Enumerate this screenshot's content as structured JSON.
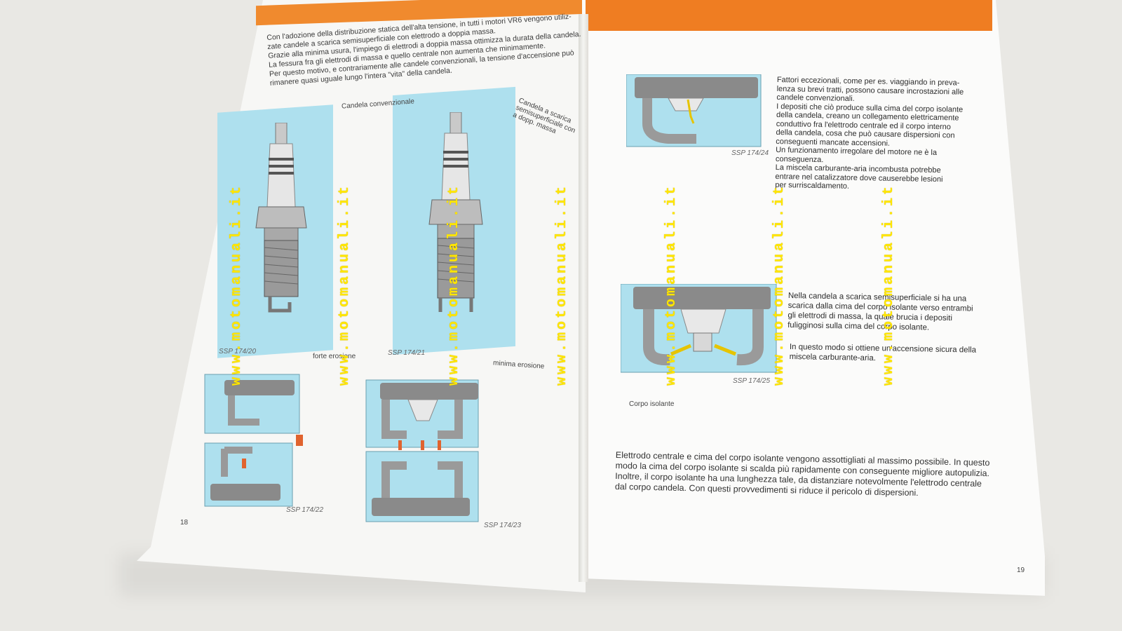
{
  "intro_lines": [
    "Con l'adozione della distribuzione statica dell'alta tensione, in tutti i motori VR6 vengono utiliz-",
    "zate candele a scarica semisuperficiale con elettrodo a doppia massa.",
    "Grazie alla minima usura, l'impiego di elettrodi a doppia massa ottimizza la durata della candela.",
    "La fessura fra gli elettrodi di massa e quello centrale non aumenta che minimamente.",
    "Per questo motivo, e contrariamente alle candele convenzionali, la tensione d'accensione può",
    "rimanere quasi uguale lungo l'intera \"vita\" della candela."
  ],
  "labels": {
    "conventional": "Candela convenzionale",
    "semi_lines": [
      "Candela a scarica",
      "semisuperficiale con",
      "a dopp. massa"
    ],
    "strong_erosion": "forte erosione",
    "minimal_erosion": "minima erosione",
    "insulator_body": "Corpo isolante"
  },
  "captions": {
    "c20": "SSP 174/20",
    "c21": "SSP 174/21",
    "c22": "SSP 174/22",
    "c23": "SSP 174/23",
    "c24": "SSP 174/24",
    "c25": "SSP 174/25"
  },
  "right_text_1": [
    "Fattori eccezionali, come per es. viaggiando in preva-",
    "lenza su brevi tratti, possono causare incrostazioni alle",
    "candele convenzionali.",
    "I depositi che ciò produce sulla cima del corpo isolante",
    "della candela, creano un collegamento elettricamente",
    "conduttivo fra l'elettrodo centrale ed il corpo interno",
    "della candela, cosa che può causare dispersioni con",
    "conseguenti mancate accensioni.",
    "Un funzionamento irregolare del motore ne è la",
    "conseguenza.",
    "La miscela carburante-aria incombusta potrebbe",
    "entrare nel catalizzatore dove causerebbe lesioni",
    "per surriscaldamento."
  ],
  "right_text_2": [
    "Nella candela a scarica semisuperficiale si ha una",
    "scarica dalla cima del corpo isolante verso entrambi",
    "gli elettrodi di massa, la quale brucia i depositi",
    "fuligginosi sulla cima del corpo isolante."
  ],
  "right_text_3": [
    "In questo modo si ottiene un'accensione sicura della",
    "miscela carburante-aria."
  ],
  "bottom_para": [
    "Elettrodo centrale e cima del corpo isolante vengono assottigliati al massimo possibile. In questo",
    "modo la cima del corpo isolante si scalda più rapidamente con conseguente migliore autopulizia.",
    "Inoltre, il corpo isolante ha una lunghezza tale, da distanziare notevolmente l'elettrodo centrale",
    "dal corpo candela. Con questi provvedimenti si riduce il pericolo di dispersioni."
  ],
  "page_numbers": {
    "left": "18",
    "right": "19"
  },
  "watermark": "www.motomanuali.it",
  "colors": {
    "orange": "#ef7d22",
    "diagram_blue": "#aee0ee",
    "watermark": "#ffe600"
  }
}
